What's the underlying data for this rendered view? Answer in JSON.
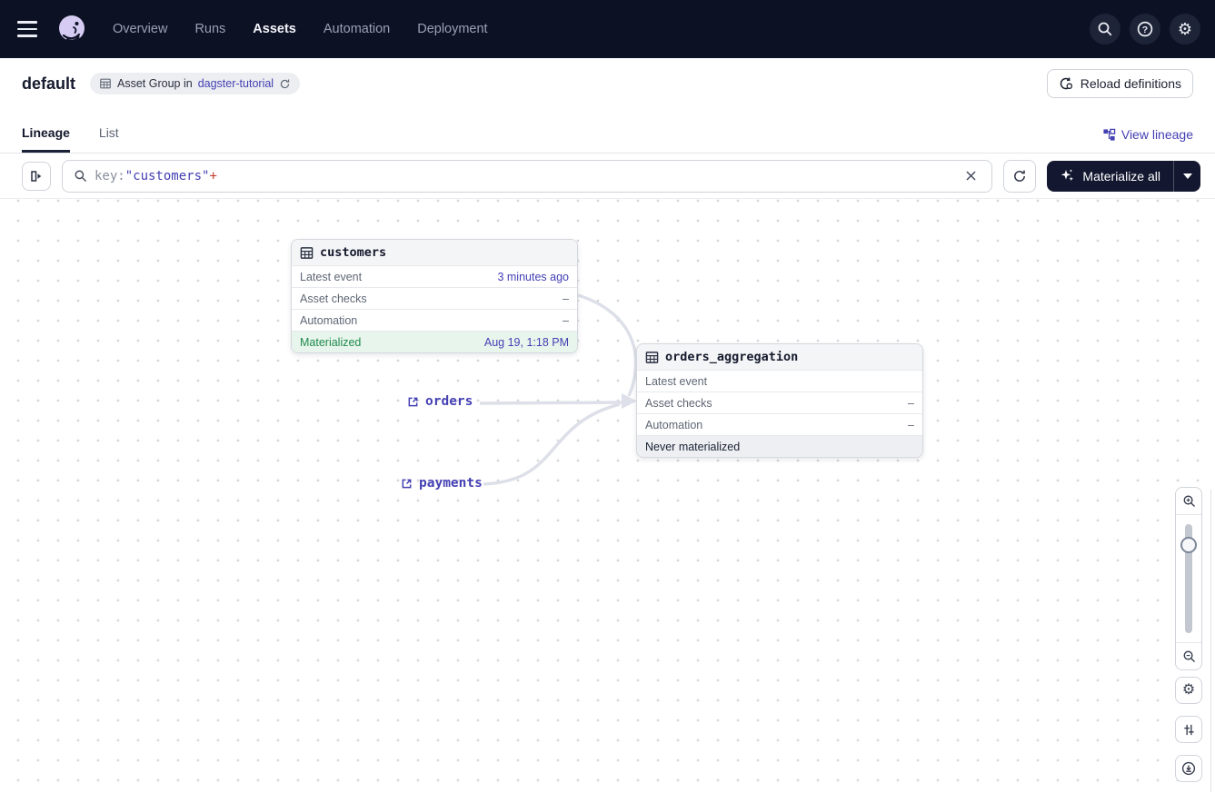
{
  "nav": {
    "items": [
      {
        "label": "Overview"
      },
      {
        "label": "Runs"
      },
      {
        "label": "Assets"
      },
      {
        "label": "Automation"
      },
      {
        "label": "Deployment"
      }
    ]
  },
  "header": {
    "title": "default",
    "badge": {
      "prefix": "Asset Group in",
      "link": "dagster-tutorial"
    },
    "reload_label": "Reload definitions"
  },
  "tabs": {
    "lineage": "Lineage",
    "list": "List",
    "view_lineage": "View lineage"
  },
  "toolbar": {
    "query_key": "key:",
    "query_value": "\"customers\"",
    "query_op": "+",
    "materialize_label": "Materialize all"
  },
  "graph": {
    "nodes": [
      {
        "name": "customers",
        "rows": [
          {
            "label": "Latest event",
            "value": "3 minutes ago"
          },
          {
            "label": "Asset checks",
            "value": "–"
          },
          {
            "label": "Automation",
            "value": "–"
          }
        ],
        "status": {
          "label": "Materialized",
          "value": "Aug 19, 1:18 PM"
        }
      },
      {
        "name": "orders_aggregation",
        "rows": [
          {
            "label": "Latest event",
            "value": ""
          },
          {
            "label": "Asset checks",
            "value": "–"
          },
          {
            "label": "Automation",
            "value": "–"
          }
        ],
        "status": {
          "label": "Never materialized",
          "value": ""
        }
      }
    ],
    "external_links": [
      {
        "label": "orders"
      },
      {
        "label": "payments"
      }
    ]
  },
  "colors": {
    "nav_bg": "#0d1124",
    "accent_link": "#4440b3",
    "success_text": "#1e8a4c",
    "success_bg": "#e8f5ec",
    "query_op_red": "#c2402f",
    "edge": "#dde0e8"
  }
}
